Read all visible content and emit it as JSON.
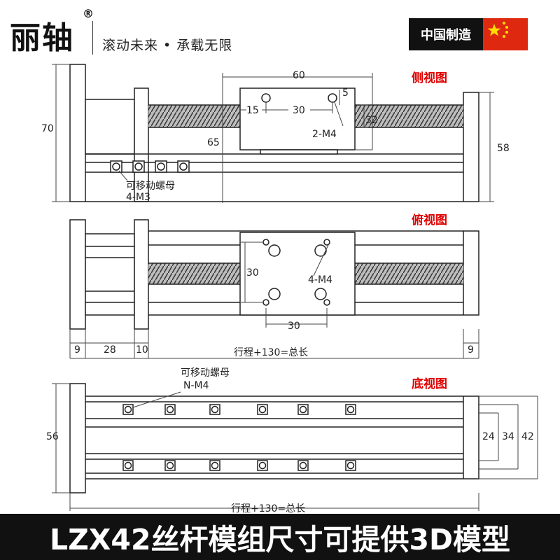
{
  "header": {
    "brand": "丽轴",
    "registered": "®",
    "slogan": "滚动未来 • 承载无限",
    "made_in": "中国制造"
  },
  "views": {
    "side": "侧视图",
    "top": "俯视图",
    "bottom": "底视图"
  },
  "side_view": {
    "dim_60": "60",
    "dim_15": "15",
    "dim_30": "30",
    "dim_5": "5",
    "dim_32": "32",
    "dim_70": "70",
    "dim_65": "65",
    "dim_58": "58",
    "m4_label": "2-M4",
    "nut_label": "可移动螺母",
    "m3_label": "4-M3"
  },
  "top_view": {
    "dim_30_v": "30",
    "dim_30_h": "30",
    "m4_label": "4-M4",
    "dim_9_left": "9",
    "dim_28": "28",
    "dim_10": "10",
    "dim_9_right": "9",
    "total_length": "行程+130=总长"
  },
  "bottom_view": {
    "nut_label": "可移动螺母",
    "nm4_label": "N-M4",
    "dim_56": "56",
    "dim_24": "24",
    "dim_34": "34",
    "dim_42": "42",
    "total_length": "行程+130=总长"
  },
  "footer": {
    "title": "LZX42丝杆模组尺寸可提供3D模型"
  },
  "colors": {
    "accent_red": "#e00000",
    "flag_red": "#de2910",
    "flag_star": "#ffde00",
    "bar": "#111111"
  }
}
